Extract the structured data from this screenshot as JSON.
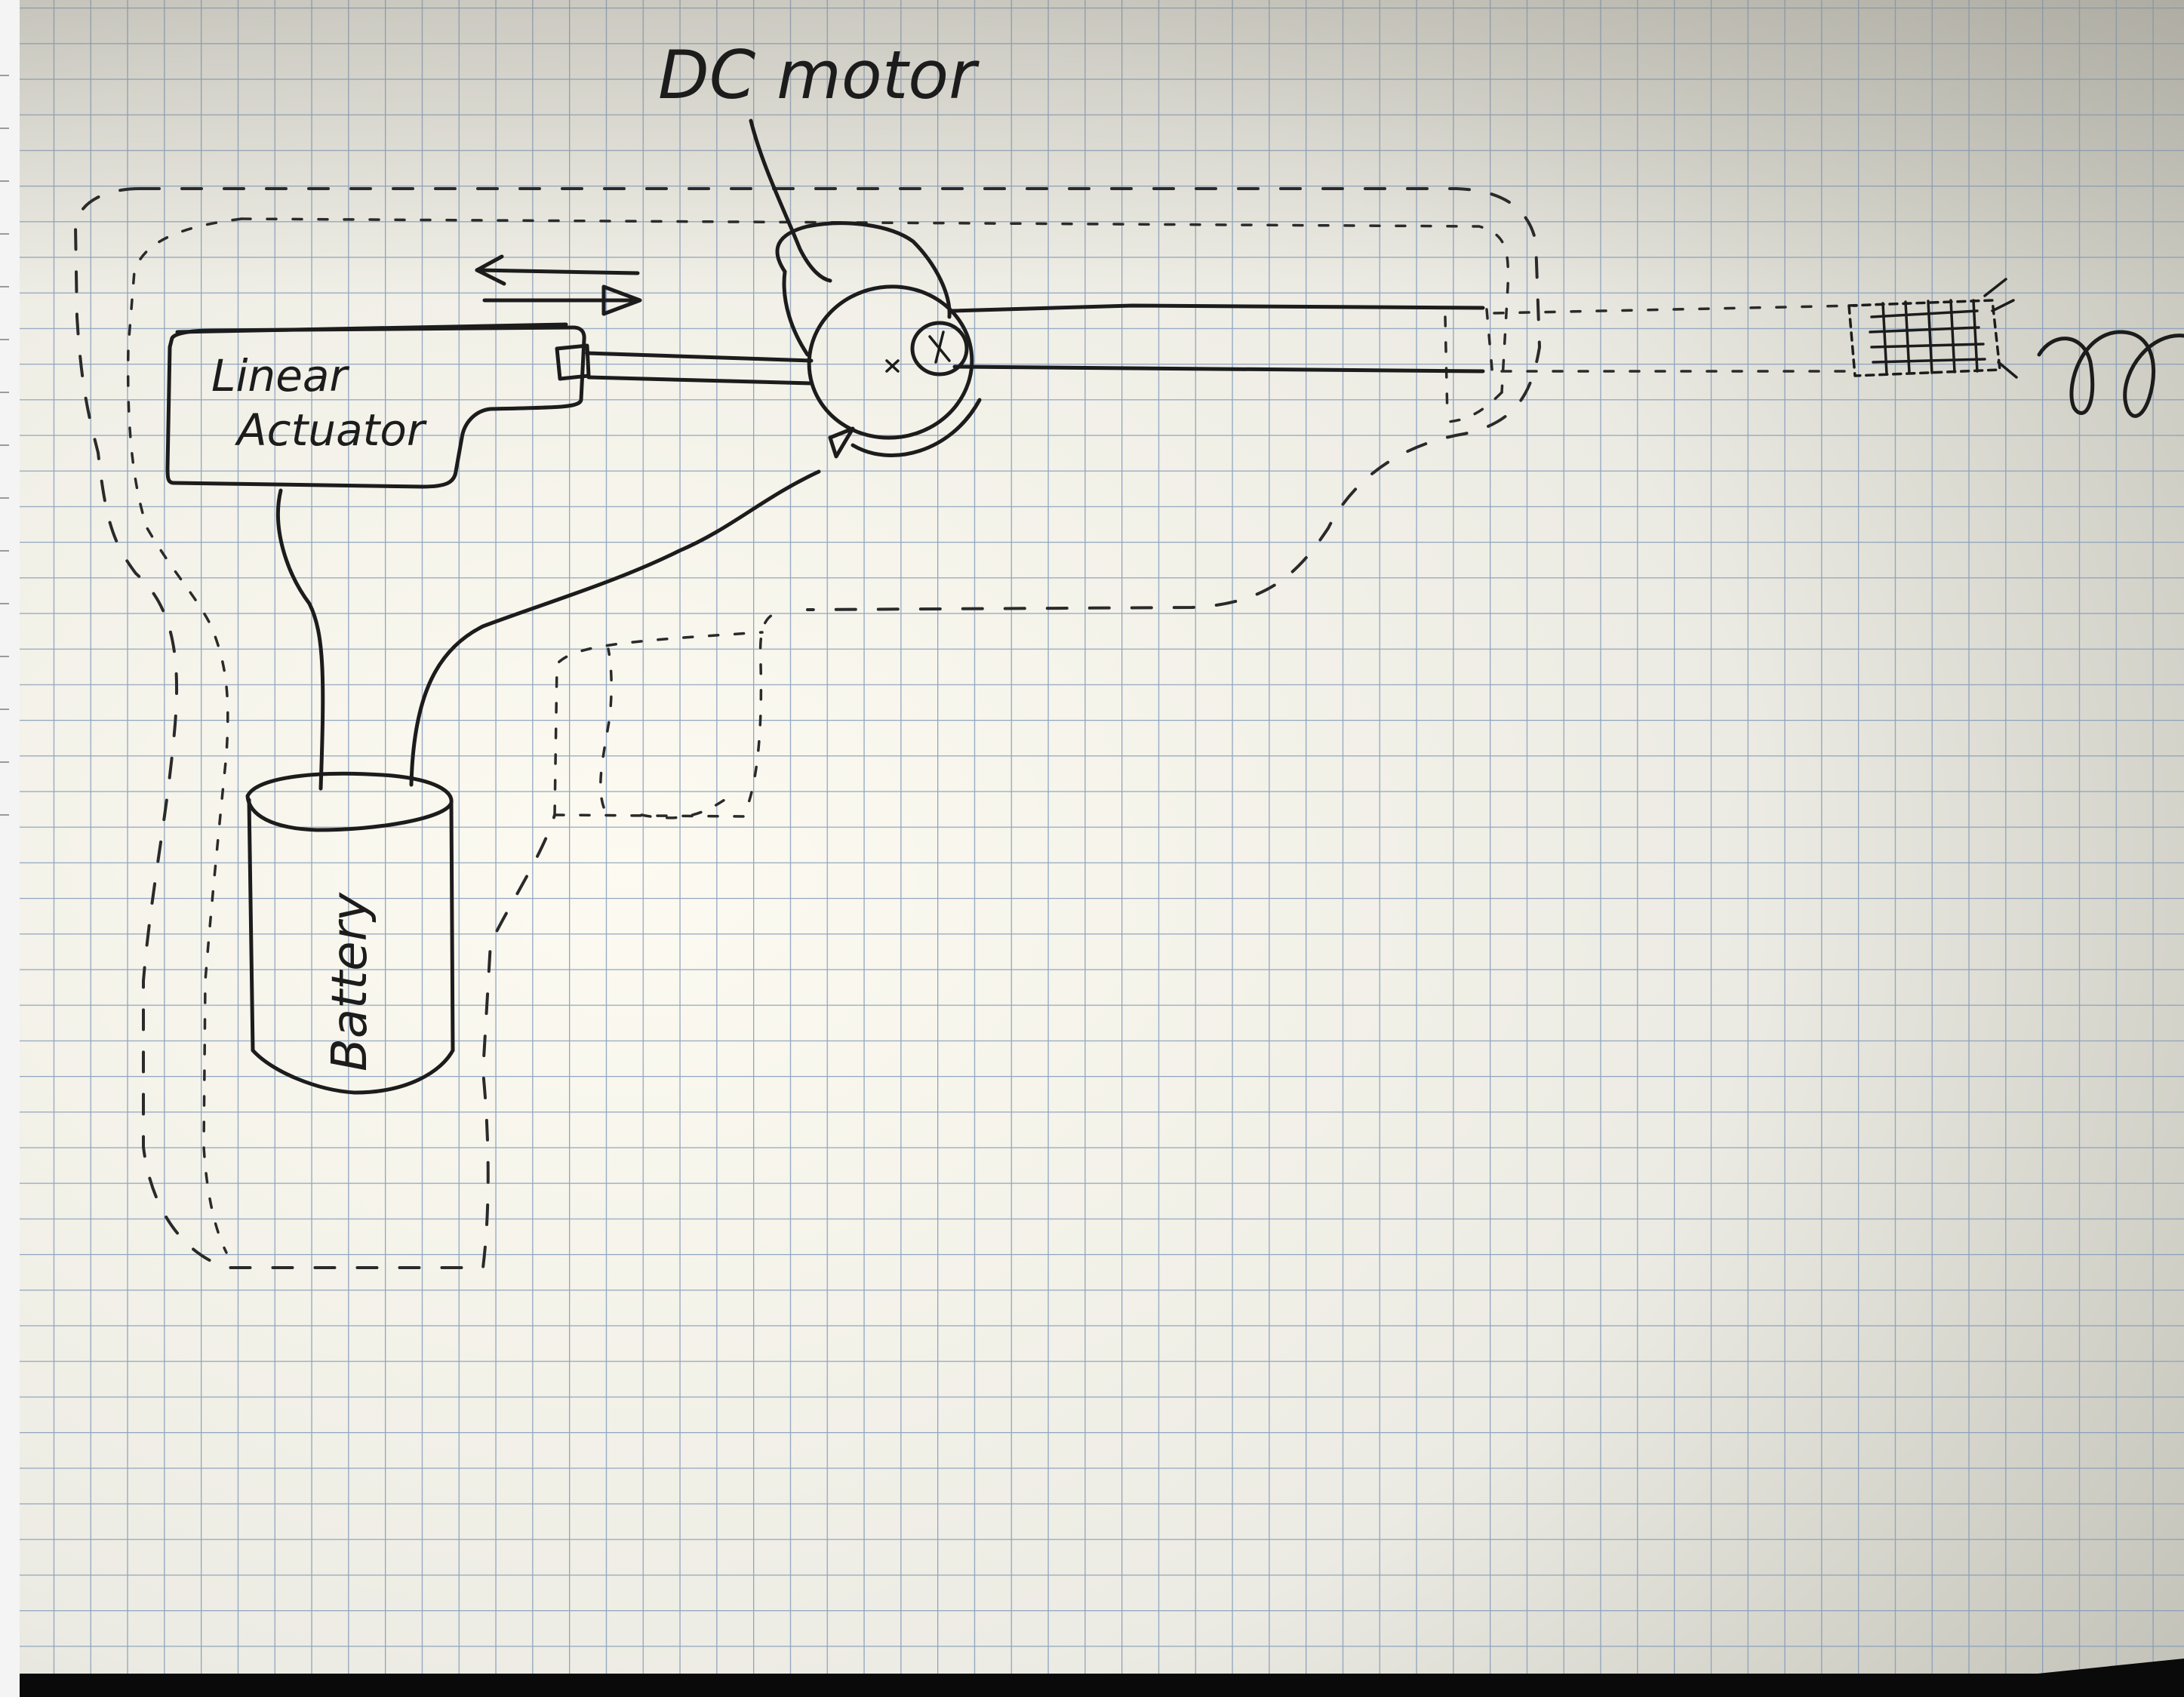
{
  "diagram": {
    "labels": {
      "dc_motor": "DC motor",
      "linear_actuator_line1": "Linear",
      "linear_actuator_line2": "Actuator",
      "battery": "Battery"
    },
    "colors": {
      "ink": "#1c1c1c",
      "grid_line": "#7f98b8",
      "paper_light": "#fbf8ec",
      "paper_shadow": "#bdbbb0",
      "frame": "#0a0a0a"
    }
  }
}
